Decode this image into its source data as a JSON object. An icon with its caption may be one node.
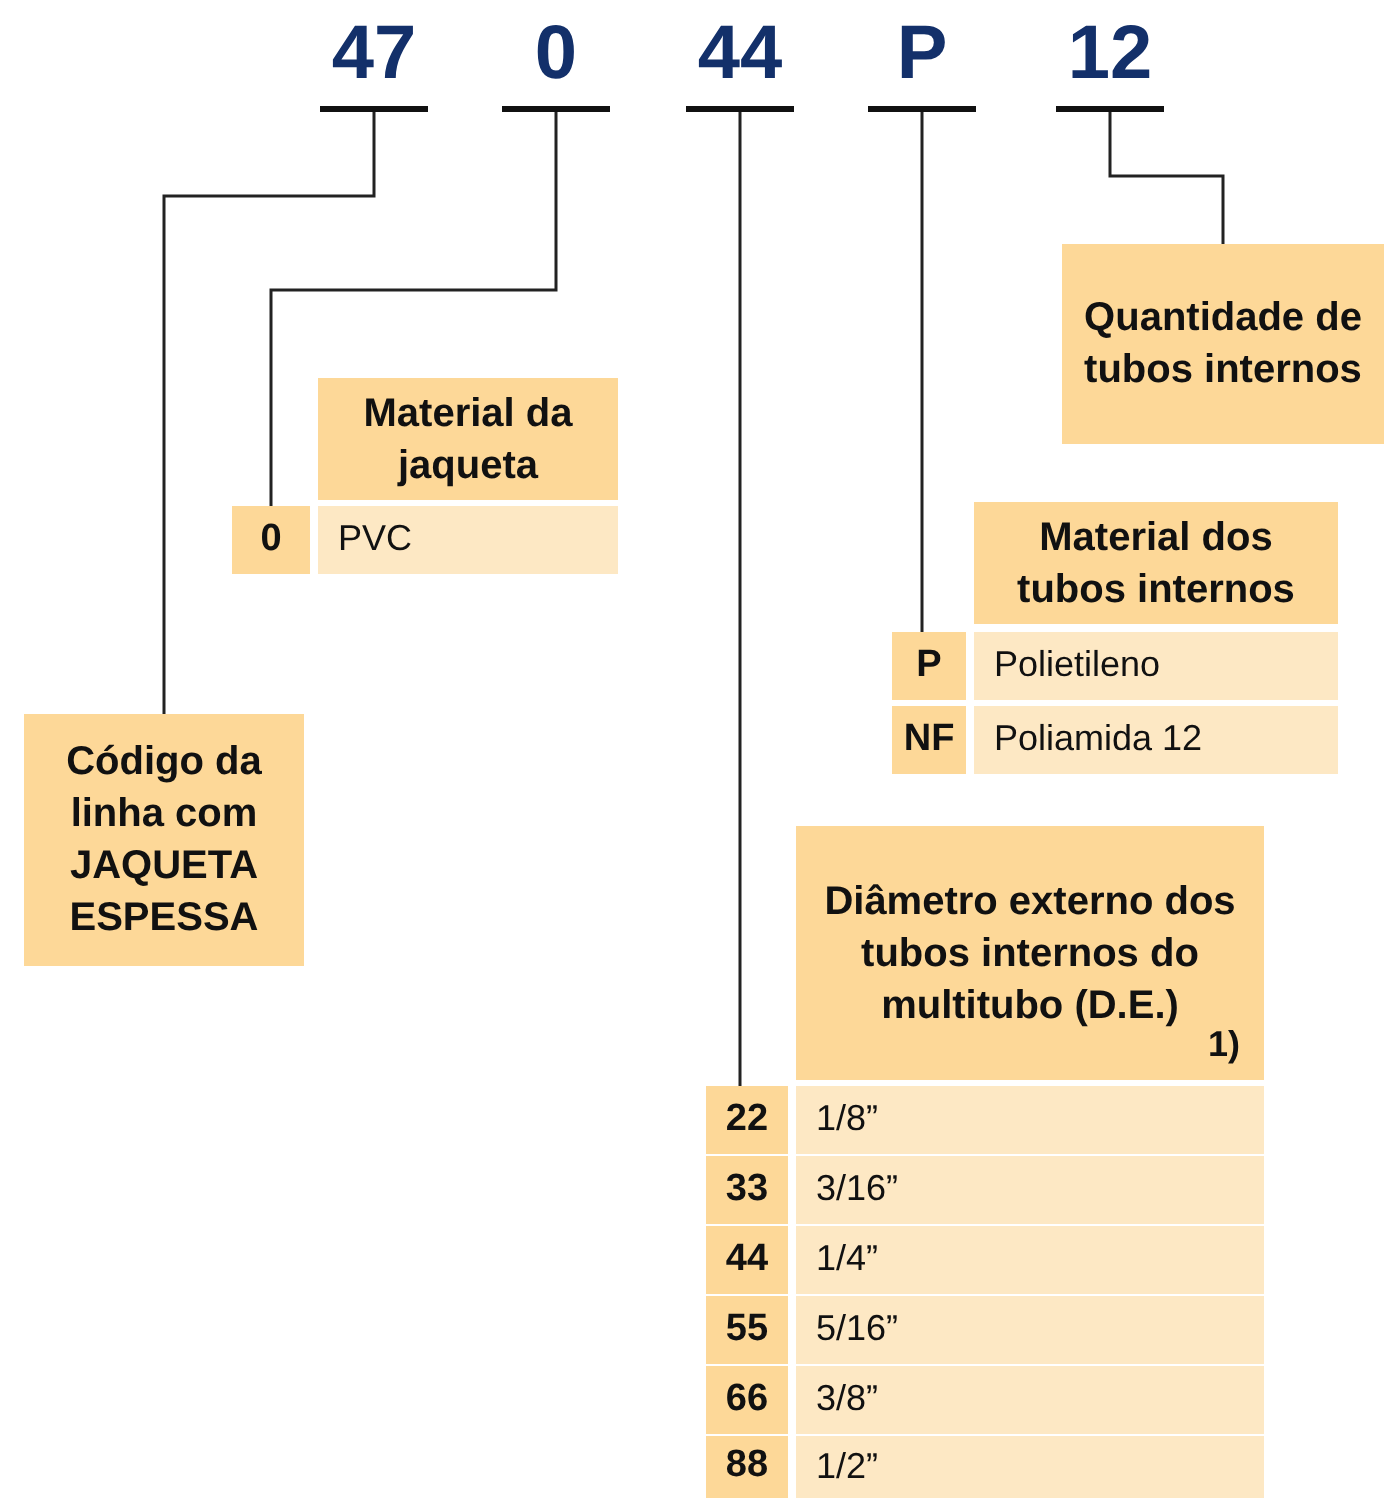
{
  "diagram": {
    "nodes": [
      {
        "text": [
          "47"
        ]
      },
      {
        "text": [
          "0"
        ]
      },
      {
        "text": [
          "44"
        ]
      },
      {
        "text": [
          "P"
        ]
      },
      {
        "text": [
          "12"
        ]
      },
      {
        "text": [
          "Quantidade de tubos internos"
        ]
      },
      {
        "text": [
          "Material da jaqueta"
        ]
      },
      {
        "text": [
          "0"
        ]
      },
      {
        "text": [
          "PVC"
        ]
      },
      {
        "text": [
          "Material dos tubos internos"
        ]
      },
      {
        "text": [
          "P"
        ]
      },
      {
        "text": [
          "Polietileno"
        ]
      },
      {
        "text": [
          "NF"
        ]
      },
      {
        "text": [
          "Poliamida 12"
        ]
      },
      {
        "text": [
          "Código da linha com JAQUETA ESPESSA"
        ]
      },
      {
        "text": [
          "Diâmetro externo dos tubos internos do multitubo (D.E.)",
          "1)"
        ]
      },
      {
        "text": [
          "22"
        ]
      },
      {
        "text": [
          "1/8”"
        ]
      },
      {
        "text": [
          "33"
        ]
      },
      {
        "text": [
          "3/16”"
        ]
      },
      {
        "text": [
          "44"
        ]
      },
      {
        "text": [
          "1/4”"
        ]
      },
      {
        "text": [
          "55"
        ]
      },
      {
        "text": [
          "5/16”"
        ]
      },
      {
        "text": [
          "66"
        ]
      },
      {
        "text": [
          "3/8”"
        ]
      },
      {
        "text": [
          "88"
        ]
      },
      {
        "text": [
          "1/2”"
        ]
      }
    ],
    "edges": [
      {
        "from": 0,
        "to": 14,
        "arrow": "none"
      },
      {
        "from": 1,
        "to": 7,
        "arrow": "none"
      },
      {
        "from": 2,
        "to": 16,
        "arrow": "none"
      },
      {
        "from": 3,
        "to": 10,
        "arrow": "none"
      },
      {
        "from": 4,
        "to": 5,
        "arrow": "none"
      }
    ]
  }
}
